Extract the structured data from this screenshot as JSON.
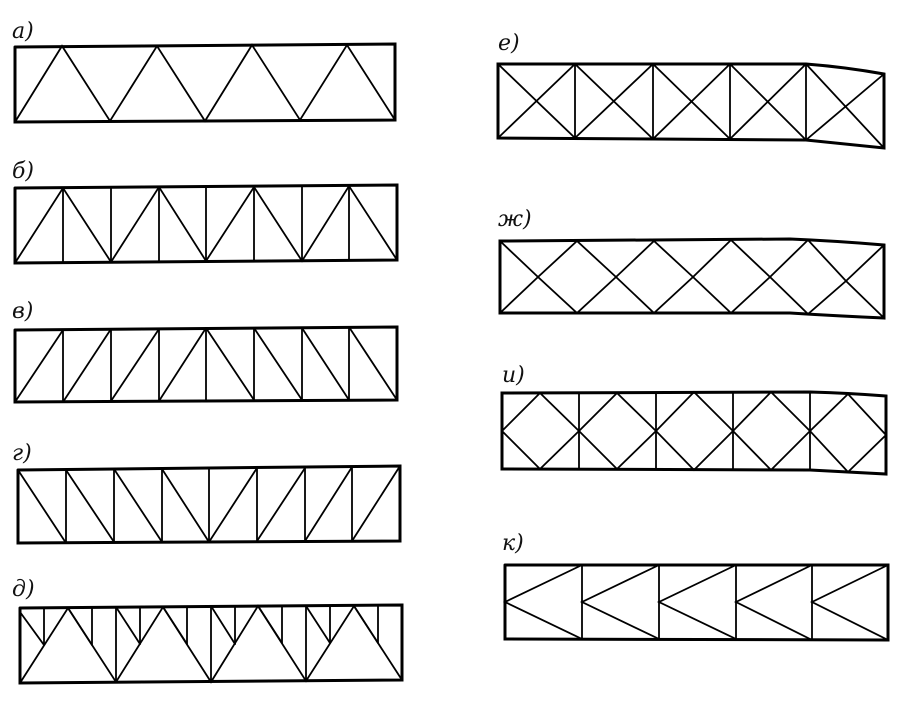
{
  "figure": {
    "panels": [
      {
        "id": "a",
        "label": "а)",
        "pattern": "warren",
        "panels": 4
      },
      {
        "id": "b",
        "label": "б)",
        "pattern": "warren-with-verticals",
        "panels": 8
      },
      {
        "id": "v",
        "label": "в)",
        "pattern": "pratt-diagonals",
        "panels": 8
      },
      {
        "id": "g",
        "label": "г)",
        "pattern": "howe-diagonals",
        "panels": 8
      },
      {
        "id": "d",
        "label": "д)",
        "pattern": "warren-with-sub-hangers",
        "panels": 8
      },
      {
        "id": "e",
        "label": "е)",
        "pattern": "cross-braced",
        "panels": 5
      },
      {
        "id": "zh",
        "label": "ж)",
        "pattern": "double-lattice",
        "panels": 5
      },
      {
        "id": "i",
        "label": "и)",
        "pattern": "rhombic-with-verticals",
        "panels": 5
      },
      {
        "id": "k",
        "label": "к)",
        "pattern": "k-truss",
        "panels": 5
      }
    ]
  }
}
